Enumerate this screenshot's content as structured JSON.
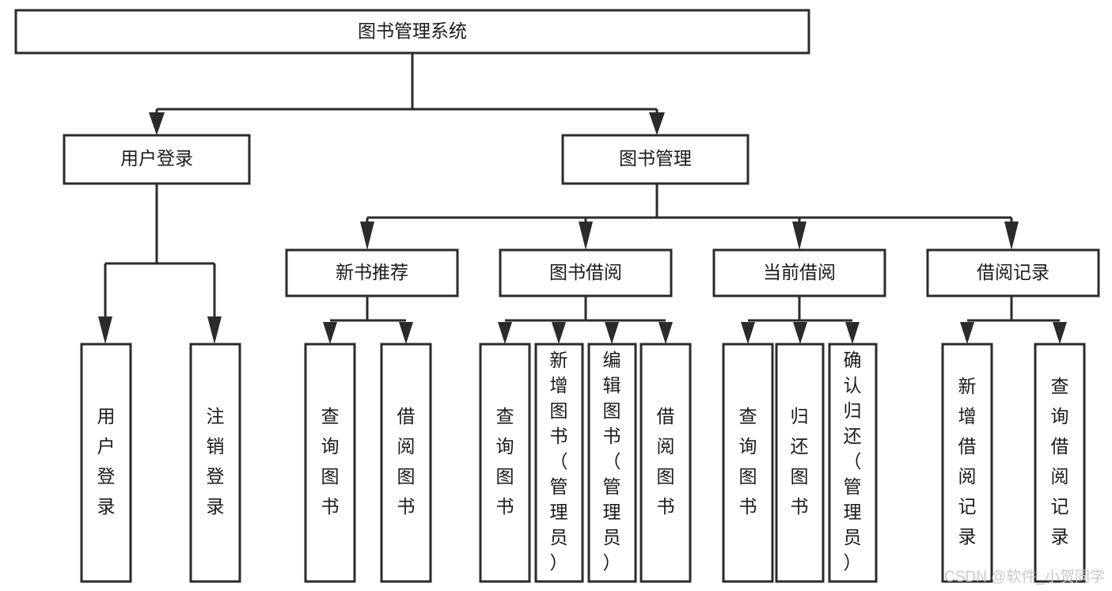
{
  "diagram": {
    "title": "图书管理系统",
    "type": "tree",
    "orientation": "top-down",
    "colors": {
      "box_stroke": "#2b2b2b",
      "box_fill": "#ffffff",
      "edge": "#2b2b2b",
      "text": "#1a1a1a",
      "background": "#ffffff",
      "watermark": "#c9c9c9"
    },
    "root": {
      "id": "root",
      "label": "图书管理系统"
    },
    "level2": [
      {
        "id": "user-login",
        "label": "用户登录"
      },
      {
        "id": "book-manage",
        "label": "图书管理"
      }
    ],
    "level3": [
      {
        "id": "new-book-recommend",
        "label": "新书推荐",
        "parent": "book-manage"
      },
      {
        "id": "book-borrow",
        "label": "图书借阅",
        "parent": "book-manage"
      },
      {
        "id": "current-borrow",
        "label": "当前借阅",
        "parent": "book-manage"
      },
      {
        "id": "borrow-record",
        "label": "借阅记录",
        "parent": "book-manage"
      }
    ],
    "leaves": [
      {
        "id": "leaf-user-login",
        "label": "用户登录",
        "parent": "user-login"
      },
      {
        "id": "leaf-user-logout",
        "label": "注销登录",
        "parent": "user-login"
      },
      {
        "id": "leaf-query-book-1",
        "label": "查询图书",
        "parent": "new-book-recommend"
      },
      {
        "id": "leaf-borrow-book-1",
        "label": "借阅图书",
        "parent": "new-book-recommend"
      },
      {
        "id": "leaf-query-book-2",
        "label": "查询图书",
        "parent": "book-borrow"
      },
      {
        "id": "leaf-add-book",
        "label": "新增图书（管理员）",
        "parent": "book-borrow"
      },
      {
        "id": "leaf-edit-book",
        "label": "编辑图书（管理员）",
        "parent": "book-borrow"
      },
      {
        "id": "leaf-borrow-book-2",
        "label": "借阅图书",
        "parent": "book-borrow"
      },
      {
        "id": "leaf-query-book-3",
        "label": "查询图书",
        "parent": "current-borrow"
      },
      {
        "id": "leaf-return-book",
        "label": "归还图书",
        "parent": "current-borrow"
      },
      {
        "id": "leaf-confirm-return",
        "label": "确认归还（管理员）",
        "parent": "current-borrow"
      },
      {
        "id": "leaf-add-record",
        "label": "新增借阅记录",
        "parent": "borrow-record"
      },
      {
        "id": "leaf-query-record",
        "label": "查询借阅记录",
        "parent": "borrow-record"
      }
    ]
  },
  "watermark": {
    "text": "CSDN @软件_小贺同学"
  }
}
